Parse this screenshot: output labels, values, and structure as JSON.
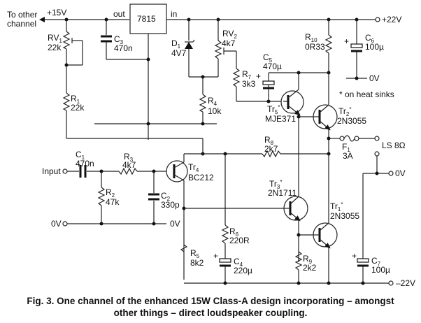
{
  "figure": {
    "caption_line1": "Fig. 3. One channel of the enhanced 15W Class-A design incorporating  – amongst",
    "caption_line2": "other things – direct loudspeaker coupling."
  },
  "rails": {
    "plus15": "+15V",
    "to_other": "To other",
    "channel": "channel",
    "plus22": "+22V",
    "minus22": "–22V",
    "zero_v": "0V"
  },
  "regulator": {
    "name": "7815",
    "out": "out",
    "in": "in"
  },
  "note": "* on heat sinks",
  "io": {
    "input": "Input",
    "ls": "LS 8Ω"
  },
  "components": {
    "RV1": {
      "ref": "RV",
      "sub": "1",
      "value": "22k"
    },
    "RV2": {
      "ref": "RV",
      "sub": "2",
      "value": "4k7"
    },
    "R1": {
      "ref": "R",
      "sub": "1",
      "value": "22k"
    },
    "R2": {
      "ref": "R",
      "sub": "2",
      "value": "47k"
    },
    "R3": {
      "ref": "R",
      "sub": "3",
      "value": "4k7"
    },
    "R4": {
      "ref": "R",
      "sub": "4",
      "value": "10k"
    },
    "R5": {
      "ref": "R",
      "sub": "5",
      "value": "8k2"
    },
    "R6": {
      "ref": "R",
      "sub": "6",
      "value": "220R"
    },
    "R7": {
      "ref": "R",
      "sub": "7",
      "value": "3k3"
    },
    "R8": {
      "ref": "R",
      "sub": "8",
      "value": "2k7"
    },
    "R9": {
      "ref": "R",
      "sub": "9",
      "value": "2k2"
    },
    "R10": {
      "ref": "R",
      "sub": "10",
      "value": "0R33"
    },
    "C1": {
      "ref": "C",
      "sub": "1",
      "value": "470n"
    },
    "C2": {
      "ref": "C",
      "sub": "2",
      "value": "330p"
    },
    "C3": {
      "ref": "C",
      "sub": "3",
      "value": "470n"
    },
    "C4": {
      "ref": "C",
      "sub": "4",
      "value": "220µ"
    },
    "C5": {
      "ref": "C",
      "sub": "5",
      "value": "470µ"
    },
    "C6": {
      "ref": "C",
      "sub": "6",
      "value": "100µ"
    },
    "C7": {
      "ref": "C",
      "sub": "7",
      "value": "100µ"
    },
    "D1": {
      "ref": "D",
      "sub": "1",
      "value": "4V7"
    },
    "F1": {
      "ref": "F",
      "sub": "1",
      "value": "3A"
    },
    "Tr1": {
      "ref": "Tr",
      "sub": "1",
      "star": "*",
      "value": "2N3055"
    },
    "Tr2": {
      "ref": "Tr",
      "sub": "2",
      "star": "*",
      "value": "2N3055"
    },
    "Tr3": {
      "ref": "Tr",
      "sub": "3",
      "star": "*",
      "value": "2N1711"
    },
    "Tr4": {
      "ref": "Tr",
      "sub": "4",
      "star": "",
      "value": "BC212"
    },
    "Tr5": {
      "ref": "Tr",
      "sub": "5",
      "star": "*",
      "value": "MJE371"
    }
  },
  "symbols": {
    "plus": "+"
  }
}
